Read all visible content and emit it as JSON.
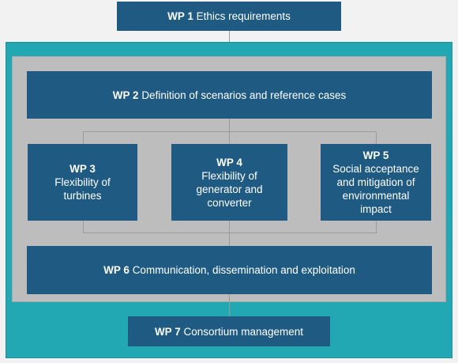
{
  "wp1": {
    "num": "WP 1",
    "title": "Ethics requirements"
  },
  "wp2": {
    "num": "WP 2",
    "title": "Definition of scenarios and reference cases"
  },
  "wp3": {
    "num": "WP 3",
    "lines": [
      "Flexibility of",
      "turbines"
    ]
  },
  "wp4": {
    "num": "WP 4",
    "lines": [
      "Flexibility of",
      "generator and",
      "converter"
    ]
  },
  "wp5": {
    "num": "WP 5",
    "lines": [
      "Social acceptance",
      "and mitigation of",
      "environmental",
      "impact"
    ]
  },
  "wp6": {
    "num": "WP 6",
    "title": "Communication, dissemination and exploitation"
  },
  "wp7": {
    "num": "WP 7",
    "title": "Consortium management"
  },
  "colors": {
    "box": "#1f5a82",
    "teal": "#22a8b3",
    "grey": "#bdbdbd",
    "line": "#9a9a9a"
  }
}
